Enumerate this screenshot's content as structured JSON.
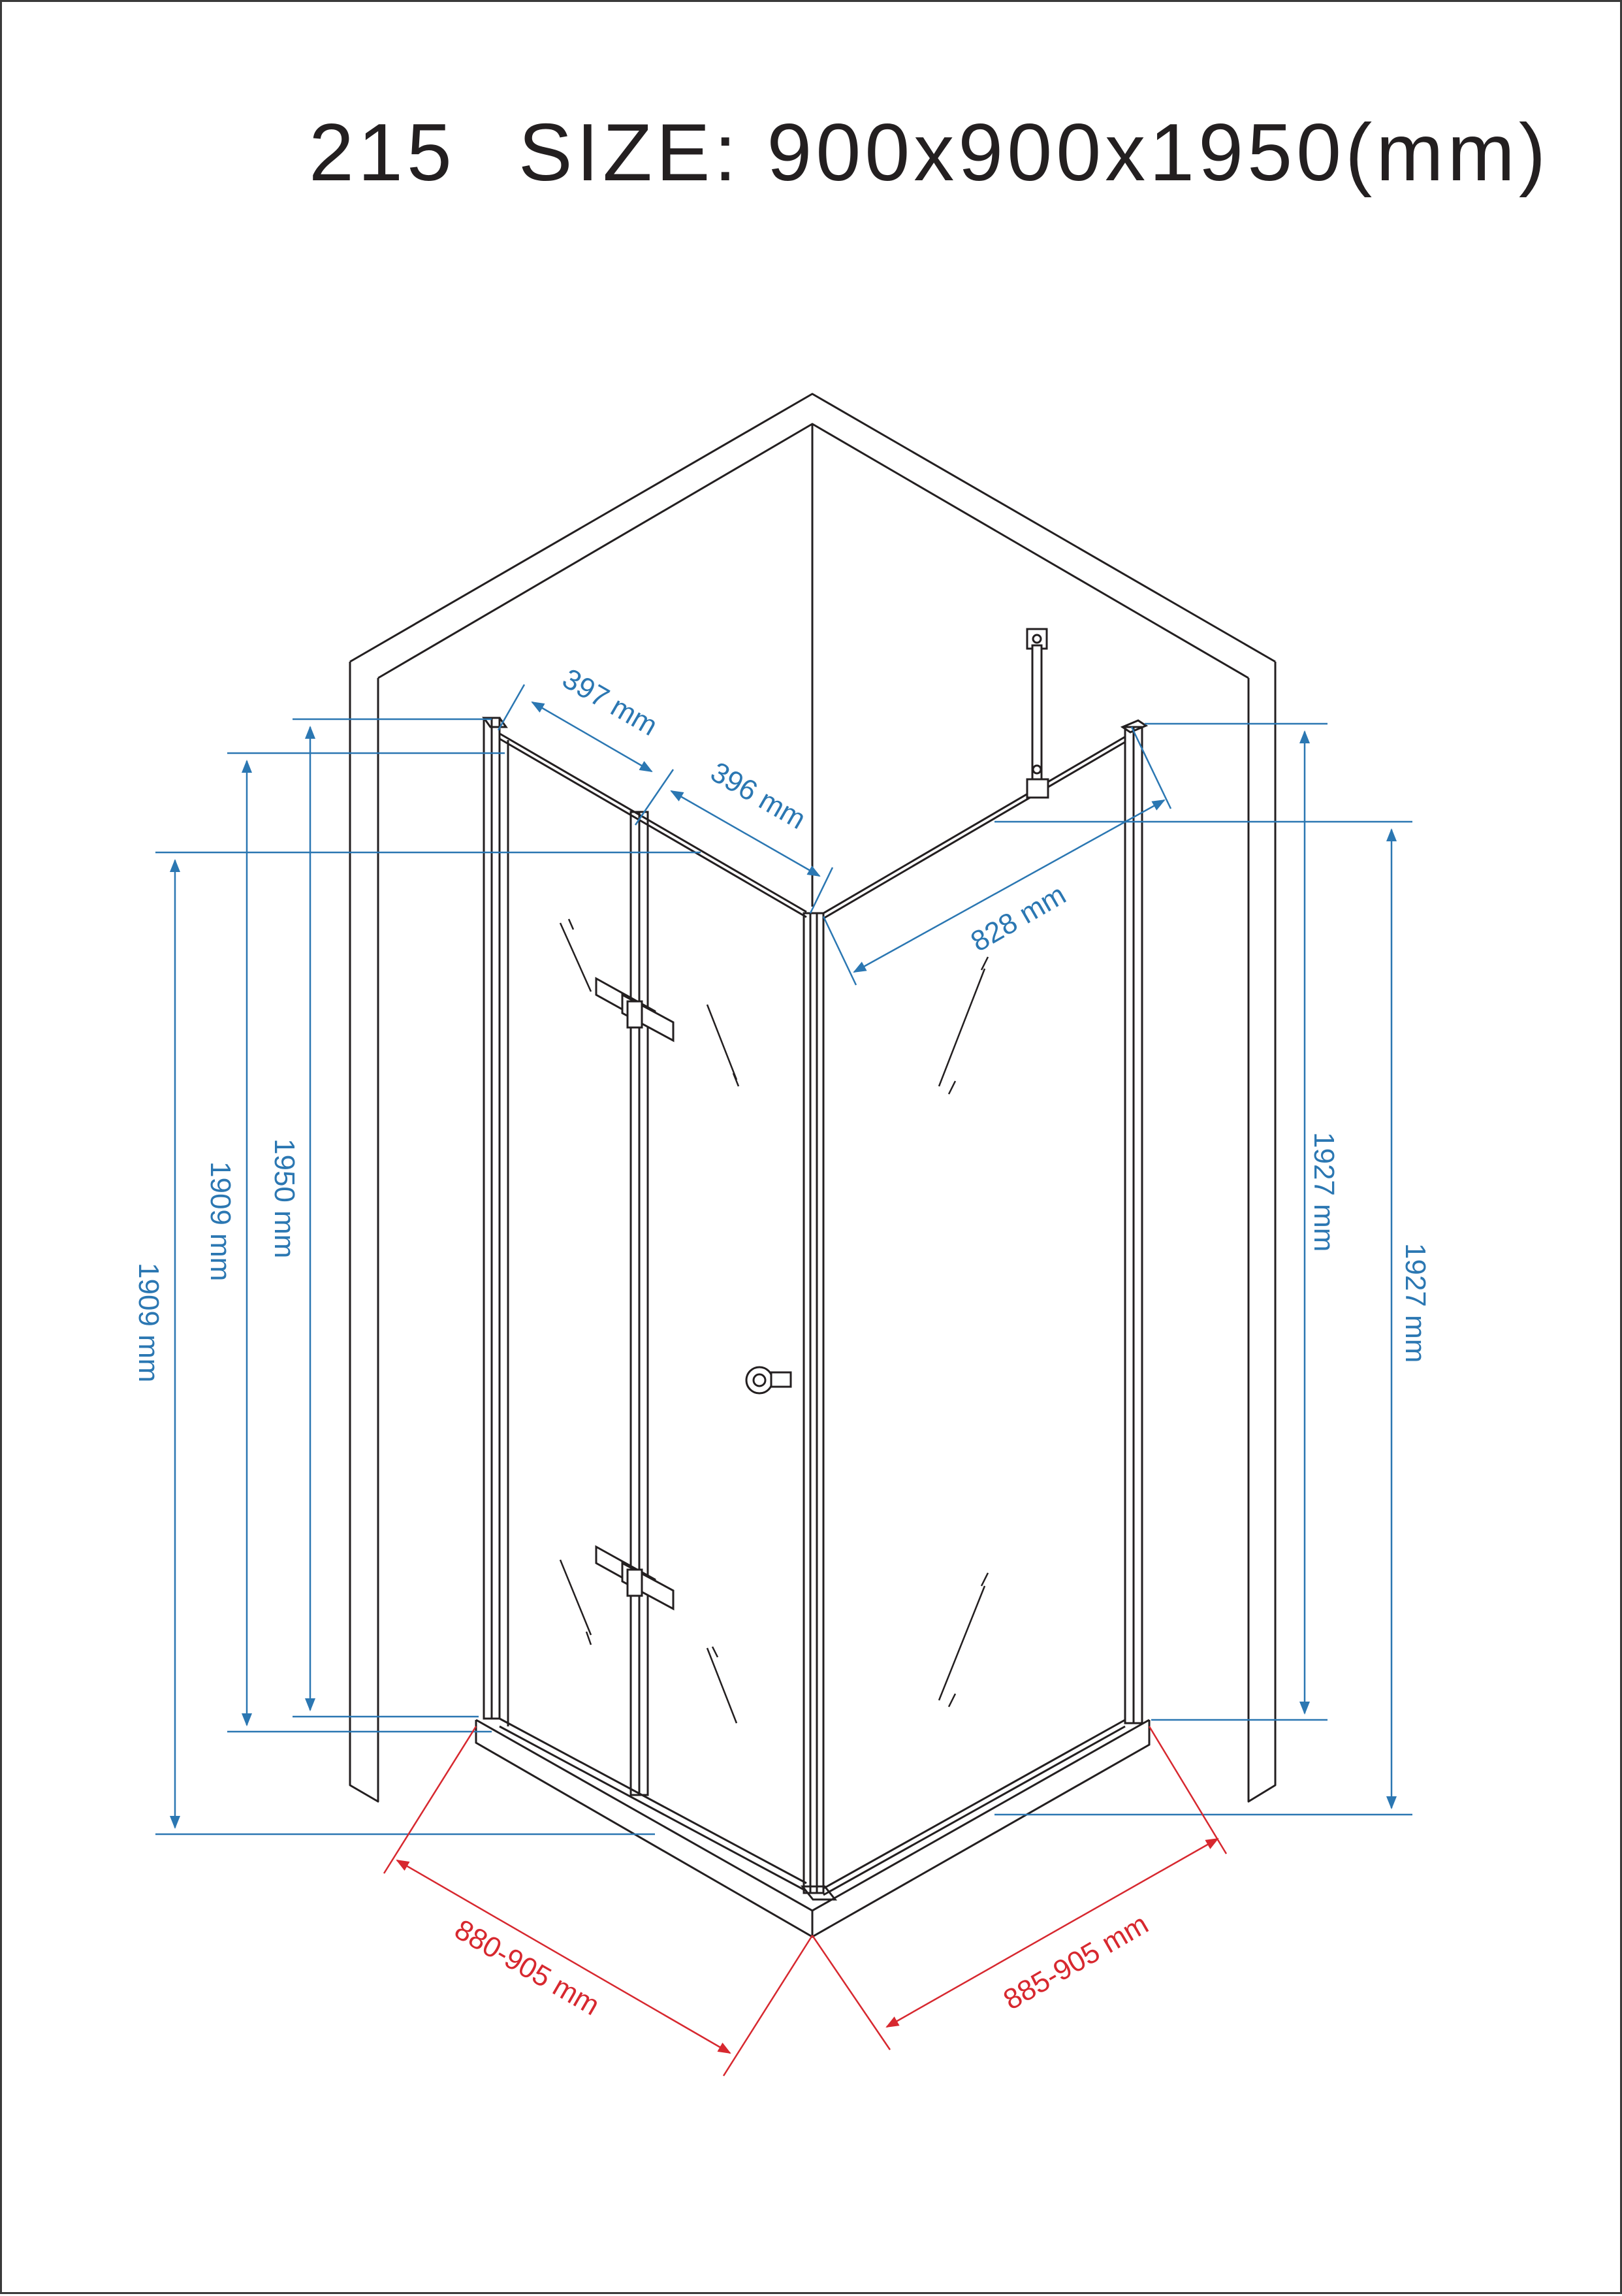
{
  "title": {
    "model": "215",
    "size_label": "SIZE:",
    "size_value": "900x900x1950(mm)"
  },
  "colors": {
    "outline": "#231f20",
    "dimension_blue": "#2b77b2",
    "dimension_red": "#d7282f"
  },
  "dimensions": {
    "door_panel_left": "397 mm",
    "door_panel_right": "396 mm",
    "side_panel_width": "828 mm",
    "door_height_outer": "1909 mm",
    "door_height_inner": "1909 mm",
    "total_height": "1950 mm",
    "side_height_inner": "1927 mm",
    "side_height_outer": "1927 mm",
    "floor_front": "880-905 mm",
    "floor_side": "885-905 mm"
  }
}
